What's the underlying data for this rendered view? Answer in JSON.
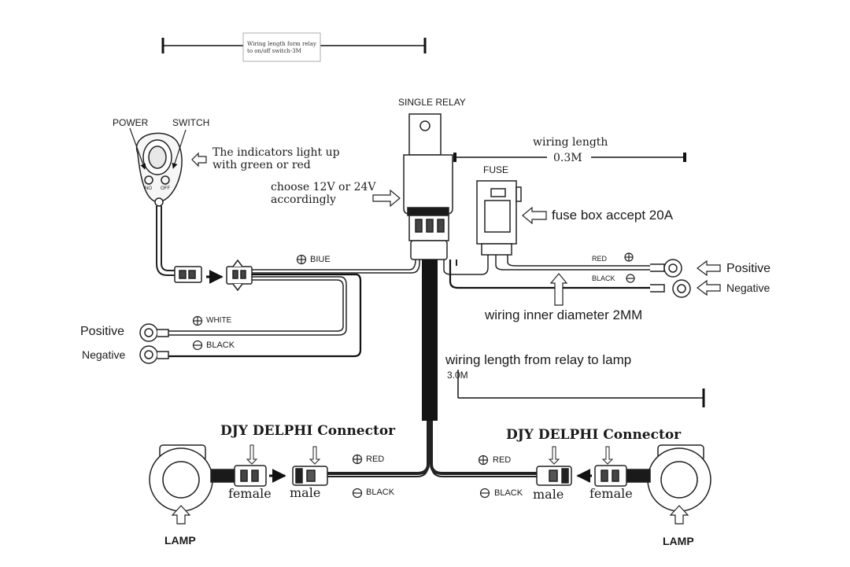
{
  "top_note": {
    "line1": "Wiring length form relay",
    "line2": "to on/off switch-3M"
  },
  "relay": {
    "title": "SINGLE RELAY",
    "voltage_line1": "choose  12V or 24V",
    "voltage_line2": "accordingly"
  },
  "switch_box": {
    "power": "POWER",
    "switch": "SWITCH",
    "no": "NO",
    "off": "OFF",
    "indicator_line1": "The indicators light up",
    "indicator_line2": "with green or red"
  },
  "wiring_length_top": {
    "label": "wiring length",
    "value": "0.3M"
  },
  "fuse": {
    "title": "FUSE",
    "note": "fuse box accept 20A"
  },
  "right_terminals": {
    "red": "RED",
    "black": "BLACK",
    "positive": "Positive",
    "negative": "Negative"
  },
  "inner_diameter": "wiring inner diameter 2MM",
  "left_wires": {
    "blue": "BIUE",
    "white": "WHITE",
    "black": "BLACK",
    "positive": "Positive",
    "negative": "Negative"
  },
  "lamp_length": {
    "label": "wiring length from relay to lamp",
    "value": "3.0M"
  },
  "left_lamp_side": {
    "connector": "DJY DELPHI Connector",
    "female": "female",
    "male": "male",
    "red": "RED",
    "black": "BLACK",
    "lamp": "LAMP"
  },
  "right_lamp_side": {
    "connector": "DJY DELPHI Connector",
    "female": "female",
    "male": "male",
    "red": "RED",
    "black": "BLACK",
    "lamp": "LAMP"
  }
}
